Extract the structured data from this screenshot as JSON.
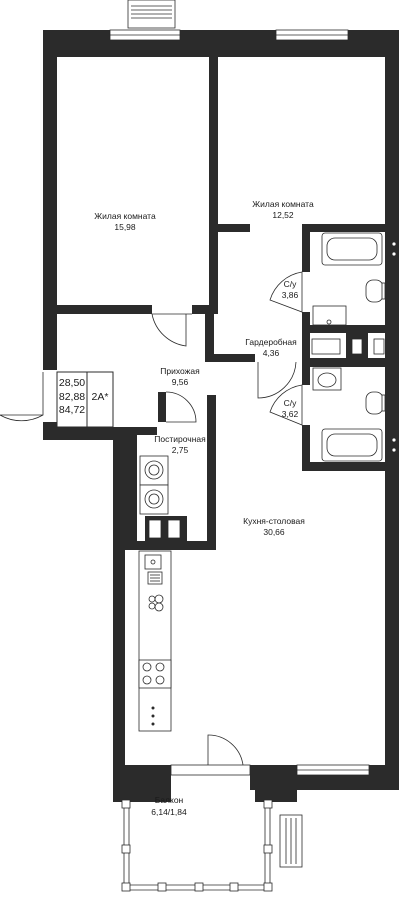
{
  "rooms": [
    {
      "name": "Жилая комната",
      "area": "15,98"
    },
    {
      "name": "Жилая комната",
      "area": "12,52"
    },
    {
      "name": "С/у",
      "area": "3,86"
    },
    {
      "name": "Гардеробная",
      "area": "4,36"
    },
    {
      "name": "Прихожая",
      "area": "9,56"
    },
    {
      "name": "С/у",
      "area": "3,62"
    },
    {
      "name": "Постирочная",
      "area": "2,75"
    },
    {
      "name": "Кухня-столовая",
      "area": "30,66"
    },
    {
      "name": "Балкон",
      "area": "6,14/1,84"
    }
  ],
  "summary": {
    "living_area": "28,50",
    "total_area": "82,88",
    "total_with_balcony": "84,72",
    "type": "2А*"
  },
  "colors": {
    "wall": "#2b2b2b",
    "background": "#ffffff"
  }
}
